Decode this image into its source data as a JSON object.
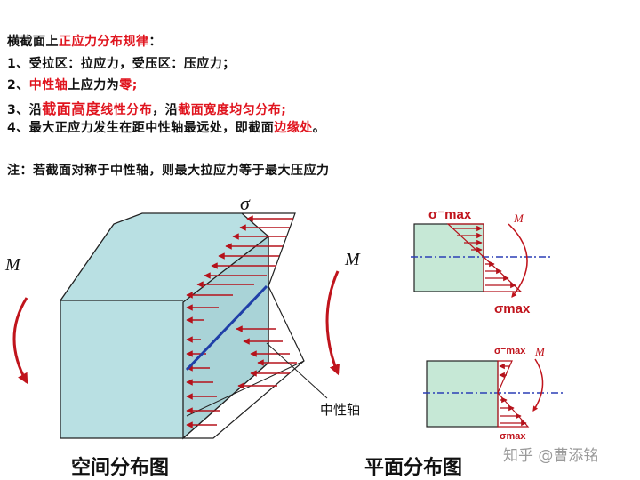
{
  "text": {
    "line1": {
      "a": "横截面上",
      "b": "正应力分布规律",
      "c": "："
    },
    "line2": "1、受拉区：拉应力，受压区：压应力；",
    "line3": {
      "a": "2、",
      "b": "中性轴",
      "c": "上应力为",
      "d": "零",
      "e": ";"
    },
    "line4": {
      "a": "3、沿",
      "b": "截面高度",
      "c": "线性分布",
      "d": "，沿",
      "e": "截面宽度均匀分布",
      "f": ";"
    },
    "line5": {
      "a": "4、最大正应力发生在距中性轴最远处，即截面",
      "b": "边缘处",
      "c": "。"
    },
    "note": "注：若截面对称于中性轴，则最大拉应力等于最大压应力"
  },
  "labels": {
    "sigma": "σ",
    "moment": "M",
    "neutral_axis": "中性轴",
    "sigma_max_minus": "σ⁻max",
    "sigma_max": "σmax"
  },
  "captions": {
    "spatial": "空间分布图",
    "planar": "平面分布图"
  },
  "watermark": "知乎 @曹添铭",
  "colors": {
    "red": "#e0141e",
    "arrow_red": "#b5121b",
    "block_fill": "#b9e0e3",
    "panel_fill": "#c6e8d6",
    "neutral_blue": "#1f3fa8",
    "axis_blue": "#2b3fb5"
  }
}
